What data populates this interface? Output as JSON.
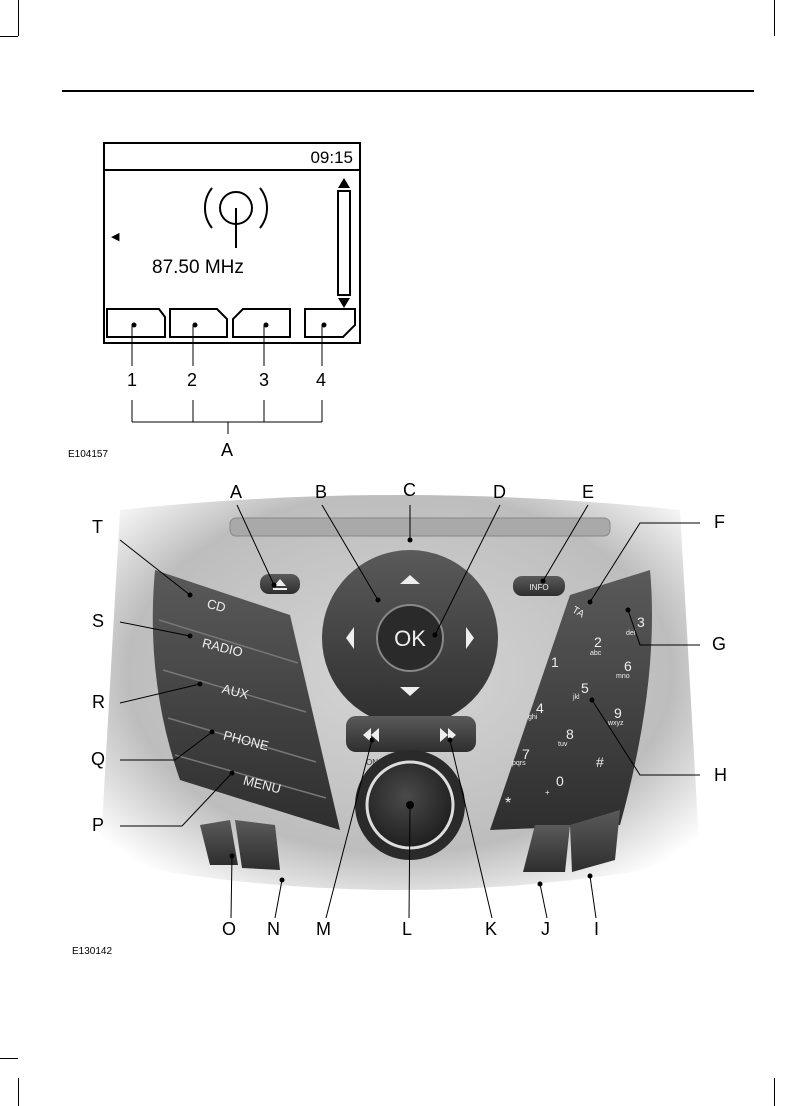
{
  "display": {
    "clock": "09:15",
    "frequency": "87.50 MHz",
    "softkey_numbers": [
      "1",
      "2",
      "3",
      "4"
    ],
    "group_label": "A",
    "figure_code": "E104157"
  },
  "controls": {
    "figure_code": "E130142",
    "top_callouts": [
      "A",
      "B",
      "C",
      "D",
      "E"
    ],
    "right_callouts": [
      "F",
      "G",
      "H"
    ],
    "left_callouts": [
      "T",
      "S",
      "R",
      "Q",
      "P"
    ],
    "bottom_callouts": [
      "O",
      "N",
      "M",
      "L",
      "K",
      "J",
      "I"
    ],
    "buttons": {
      "cd": "CD",
      "radio": "RADIO",
      "aux": "AUX",
      "phone": "PHONE",
      "menu": "MENU",
      "ok": "OK",
      "info": "INFO",
      "ta": "TA",
      "onoff": "ON/OFF"
    },
    "keypad": {
      "k1": "1",
      "k1sub": "",
      "k2": "2",
      "k2sub": "abc",
      "k3": "3",
      "k3sub": "def",
      "k4": "4",
      "k4sub": "ghi",
      "k5": "5",
      "k5sub": "jkl",
      "k6": "6",
      "k6sub": "mno",
      "k7": "7",
      "k7sub": "pqrs",
      "k8": "8",
      "k8sub": "tuv",
      "k9": "9",
      "k9sub": "wxyz",
      "k0": "0",
      "k0sub": "+",
      "star": "*",
      "hash": "#"
    }
  }
}
